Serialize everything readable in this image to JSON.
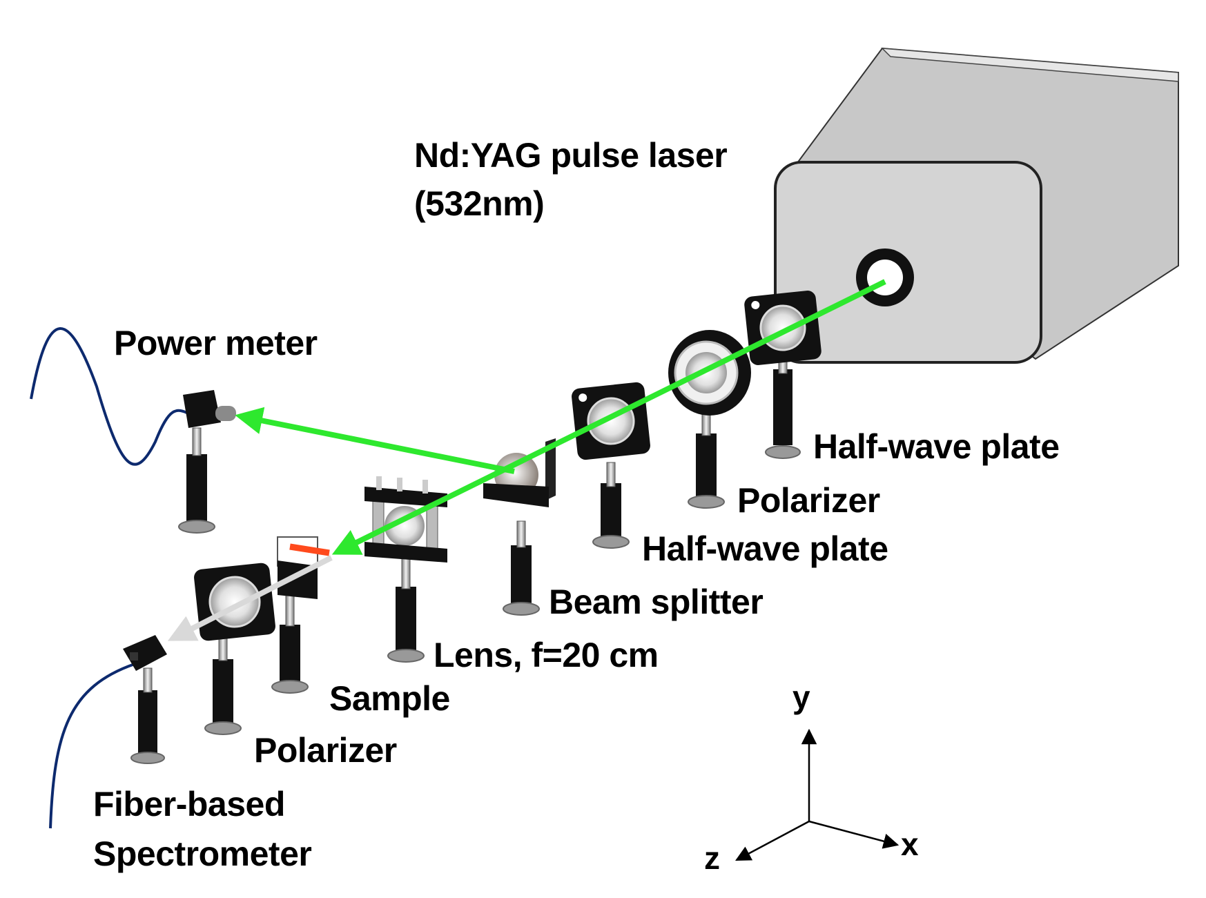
{
  "laser": {
    "name": "Nd:YAG pulse laser",
    "wavelength": "(532nm)"
  },
  "components": {
    "half_wave_plate_1": "Half-wave plate",
    "polarizer_1": "Polarizer",
    "half_wave_plate_2": "Half-wave  plate",
    "beam_splitter": "Beam splitter",
    "lens": "Lens, f=20 cm",
    "sample": "Sample",
    "polarizer_2": "Polarizer",
    "power_meter": "Power meter",
    "spectrometer_line1": "Fiber-based",
    "spectrometer_line2": "Spectrometer"
  },
  "axes": {
    "y": "y",
    "x": "x",
    "z": "z"
  },
  "colors": {
    "beam": "#2ee82e",
    "transmitted_beam": "#d9d9d9",
    "sample": "#ff4a1c",
    "fiber_cable": "#0d2a6e",
    "laser_body": "#d4d4d4"
  }
}
